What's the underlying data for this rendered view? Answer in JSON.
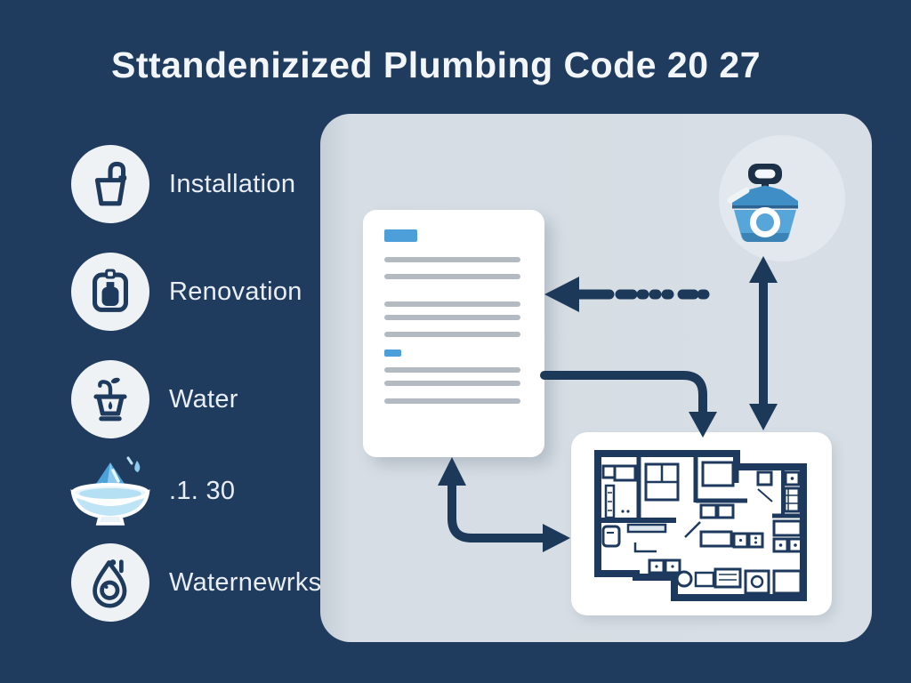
{
  "title": "Sttandenizized Plumbing Code 20 27",
  "sidebar": {
    "items": [
      {
        "label": "Installation",
        "icon": "faucet-cup-icon"
      },
      {
        "label": "Renovation",
        "icon": "clipboard-tank-icon"
      },
      {
        "label": "Water",
        "icon": "basin-spout-icon"
      },
      {
        "label": ".1. 30",
        "icon": "water-bowl-icon"
      },
      {
        "label": "Waternewrks",
        "icon": "water-drop-lens-icon"
      }
    ]
  },
  "diagram": {
    "nodes": [
      {
        "name": "code-document",
        "type": "document-with-text-placeholders"
      },
      {
        "name": "water-pot",
        "type": "blue-pot-icon"
      },
      {
        "name": "apartment-floor-plan",
        "type": "floor-plan-drawing"
      }
    ],
    "arrows": [
      {
        "name": "dashed-arrow-left",
        "style": "dashed",
        "direction": "left",
        "from": "water-pot-area",
        "to": "code-document"
      },
      {
        "name": "elbow-arrow-doc-to-plan",
        "style": "solid",
        "direction": "right-down",
        "from": "code-document",
        "to": "apartment-floor-plan"
      },
      {
        "name": "double-arrow-pot-plan",
        "style": "solid",
        "direction": "up-down",
        "from": "water-pot",
        "to": "apartment-floor-plan"
      },
      {
        "name": "elbow-arrow-plan-to-doc",
        "style": "solid",
        "direction": "up-right",
        "from": "apartment-floor-plan",
        "to": "code-document"
      }
    ]
  },
  "colors": {
    "background_navy": "#1f3b5e",
    "panel_gray_blue": "#d6dde4",
    "accent_blue": "#4d9fd9",
    "arrow_navy": "#1c3959",
    "text_line_gray": "#b4bac1",
    "icon_circle_white": "#eef2f5",
    "title_white": "#f3f6f9"
  }
}
